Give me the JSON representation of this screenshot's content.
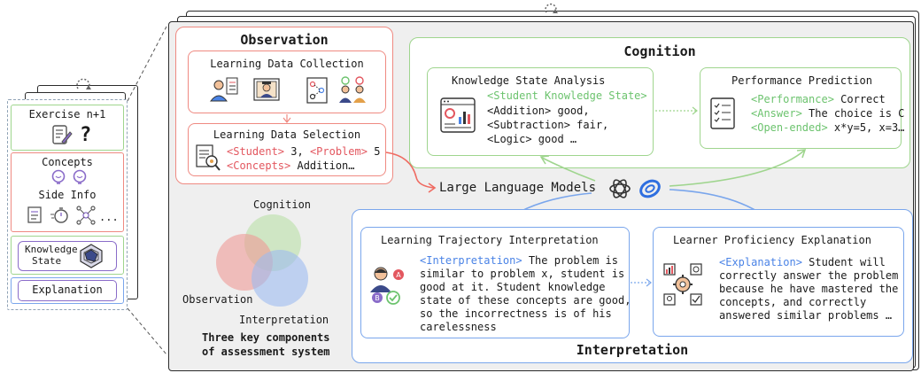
{
  "left_card": {
    "exercise_label": "Exercise n+1",
    "question_mark": "?",
    "concepts_label": "Concepts",
    "side_info_label": "Side Info",
    "ellipsis": "...",
    "knowledge_state_label_1": "Knowledge",
    "knowledge_state_label_2": "State",
    "explanation_label": "Explanation"
  },
  "observation": {
    "title": "Observation",
    "collection_title": "Learning Data Collection",
    "selection_title": "Learning Data Selection",
    "line1": {
      "tag_student": "<Student>",
      "student_value": " 3, ",
      "tag_problem": "<Problem>",
      "problem_value": " 5"
    },
    "line2": {
      "tag_concepts": "<Concepts>",
      "concepts_value": " Addition…"
    }
  },
  "cognition": {
    "title": "Cognition",
    "ksa_title": "Knowledge State Analysis",
    "ksa_tag": "<Student Knowledge State>",
    "ksa_lines": [
      "<Addition> good,",
      "<Subtraction> fair,",
      "<Logic> good …"
    ],
    "pp_title": "Performance Prediction",
    "pp_line1": {
      "tag": "<Performance>",
      "value": " Correct"
    },
    "pp_line2": {
      "tag": "<Answer>",
      "value": " The choice is C"
    },
    "pp_line3": {
      "tag": "<Open-ended>",
      "value": " x*y=5, x=3…"
    }
  },
  "llm": {
    "label": "Large Language Models"
  },
  "venn": {
    "cognition_label": "Cognition",
    "observation_label": "Observation",
    "interpretation_label": "Interpretation",
    "caption_line1": "Three key components",
    "caption_line2": "of assessment system",
    "colors": {
      "cognition": "#b9dfa6",
      "observation": "#ef9a96",
      "interpretation": "#9dbbf0"
    }
  },
  "interpretation": {
    "title": "Interpretation",
    "lti_title": "Learning Trajectory Interpretation",
    "lti_tag": "<Interpretation>",
    "lti_lines": [
      " The problem is",
      "similar to problem x, student is",
      "good at it. Student knowledge",
      "state of these concepts are good,",
      "so the incorrectness is of his",
      "carelessness"
    ],
    "lpe_title": "Learner Proficiency Explanation",
    "lpe_tag": "<Explanation>",
    "lpe_lines": [
      " Student will",
      "correctly answer the problem",
      "because he have mastered the",
      "concepts, and correctly",
      "answered similar problems …"
    ]
  },
  "colors": {
    "red": "#ef8a82",
    "green": "#9fd58e",
    "blue": "#7aa6ec",
    "panel_bg": "#efefef",
    "highlight_red": "#e3575f",
    "highlight_blue": "#4a83e6",
    "highlight_green": "#6cc36e"
  }
}
